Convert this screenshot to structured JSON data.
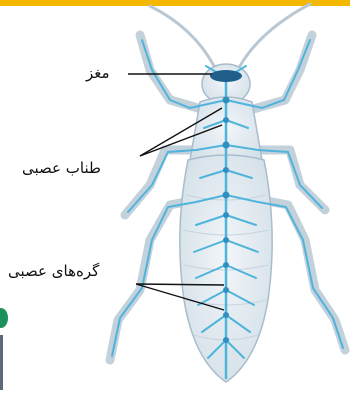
{
  "labels": {
    "brain": "مغز",
    "nerve_cord": "طناب عصبی",
    "ganglia": "گره‌های عصبی"
  },
  "colors": {
    "accent_bar": "#f5b800",
    "nerve": "#4fb4dc",
    "body_fill": "#dfe9ef",
    "body_outline": "#a9bccb",
    "leader_line": "#111111"
  }
}
